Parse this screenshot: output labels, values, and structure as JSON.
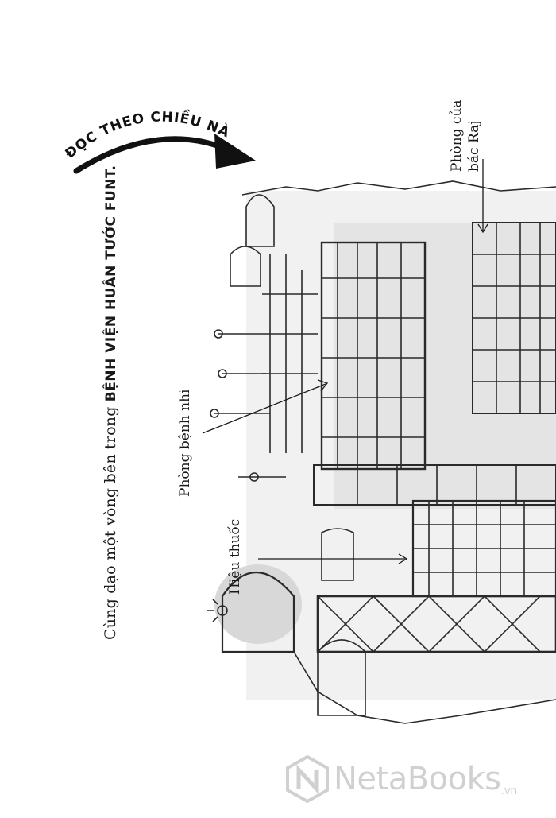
{
  "header": {
    "arrow_caption": "ĐỌC THEO CHIỀU NÀY"
  },
  "intro": {
    "text_regular": "Cùng dạo một vòng bên trong ",
    "text_bold": "BỆNH VIỆN HUÂN TƯỚC FUNT."
  },
  "labels": {
    "pediatric_ward": "Phòng bệnh nhi",
    "pharmacy": "Hiệu thuốc",
    "raj_room_line1": "Phòng của",
    "raj_room_line2": "bác Raj"
  },
  "watermark": {
    "brand": "NetaBooks",
    "suffix": ".vn",
    "icon": "netabooks-logo-icon"
  }
}
